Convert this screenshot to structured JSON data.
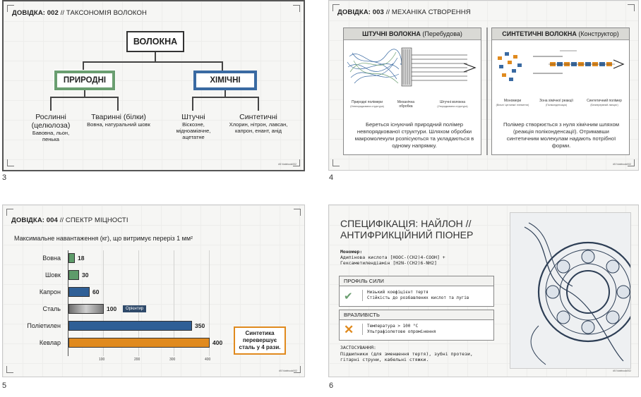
{
  "slides": [
    {
      "number": "3",
      "label": "ДОВІДКА: 002",
      "subtitle": "// ТАКСОНОМІЯ ВОЛОКОН",
      "root": "ВОЛОКНА",
      "left": "ПРИРОДНІ",
      "right": "ХІМІЧНІ",
      "leaves": [
        {
          "h": "Рослинні (целюлоза)",
          "d": "Бавовна, льон, пенька"
        },
        {
          "h": "Тваринні (білки)",
          "d": "Вовна, натуральний шовк"
        },
        {
          "h": "Штучні",
          "d": "Віскозне, мідноаміачне, ацетатне"
        },
        {
          "h": "Синтетичні",
          "d": "Хлорин, нітрон, лавсан, капрон, енант, анід"
        }
      ],
      "footnote": "#5 Notebook002"
    },
    {
      "number": "4",
      "label": "ДОВІДКА: 003",
      "subtitle": "// МЕХАНІКА СТВОРЕННЯ",
      "left_head_b": "ШТУЧНІ ВОЛОКНА",
      "left_head": "(Перебудова)",
      "right_head_b": "СИНТЕТИЧНІ ВОЛОКНА",
      "right_head": "(Конструктор)",
      "left_caps": [
        {
          "t": "Природні полімери",
          "s": "(Невпорядкована структура)"
        },
        {
          "t": "Механічна обробка",
          "s": ""
        },
        {
          "t": "Штучні волокна",
          "s": "(Упорядкована структура)"
        }
      ],
      "right_caps": [
        {
          "t": "Мономери",
          "s": "(Вільні 'цеглинки' елементи)"
        },
        {
          "t": "Зона хімічної реакції",
          "s": "(Поліконденсація)"
        },
        {
          "t": "Синтетичний полімер",
          "s": "(Безперервний ланцюг)"
        }
      ],
      "left_text": "Береться існуючий природний полімер невпорядкованої структури. Шляхом обробки макромолекули розпісуються та укладаються в одному напрямку.",
      "right_text": "Полімер створюється з нуля хімічним шляхом (реакція поліконденсації). Отримавши синтетичним молекулам надають потрібної форми.",
      "footnote": "#5 Notebook002"
    },
    {
      "number": "5",
      "label": "ДОВІДКА: 004",
      "subtitle": "// СПЕКТР МІЦНОСТІ",
      "chart_title": "Максимальне навантаження (кг), що витримує переріз 1 мм²",
      "ref_label": "Орієнтир",
      "callout": "Синтетика перевершує сталь у 4 рази.",
      "footnote": "#5 Notebook002",
      "chart_data": {
        "type": "bar",
        "orientation": "horizontal",
        "title": "Максимальне навантаження (кг), що витримує переріз 1 мм²",
        "categories": [
          "Вовна",
          "Шовк",
          "Капрон",
          "Сталь",
          "Поліетилен",
          "Кевлар"
        ],
        "values": [
          18,
          30,
          60,
          100,
          350,
          400
        ],
        "colors": [
          "#5e9c6a",
          "#5e9c6a",
          "#2f5f96",
          "#8a8a8a",
          "#2f5f96",
          "#e08a1e"
        ],
        "xticks": [
          100,
          200,
          300,
          400
        ],
        "xlim": [
          0,
          420
        ],
        "grid": true
      }
    },
    {
      "number": "6",
      "title": "СПЕЦИФІКАЦІЯ: НАЙЛОН // АНТИФРИКЦІЙНИЙ ПІОНЕР",
      "mono_label": "Мономер:",
      "mono_1": "Адипінова кислота [HOOC-(CH2)4-COOH] +",
      "mono_2": "Гексаметилендіамін [H2N-(CH2)6-NH2]",
      "profile_head": "ПРОФІЛЬ СИЛИ",
      "profile_1": "Низький коефіцієнт тертя",
      "profile_2": "Стійкість до розбавлених кислот та лугів",
      "vuln_head": "ВРАЗЛИВІСТЬ",
      "vuln_1": "Температура > 100 °C",
      "vuln_2": "Ультрафіолетове опромінення",
      "app_head": "ЗАСТОСУВАННЯ:",
      "app_1": "Підшипники (для зменшення тертя), зубні протези,",
      "app_2": "гітарні струни, кабельні стяжки.",
      "footnote": "#5 Notebook002",
      "icons": {
        "check": "check-icon",
        "cross": "cross-icon",
        "image": "bearing-illustration"
      }
    }
  ]
}
